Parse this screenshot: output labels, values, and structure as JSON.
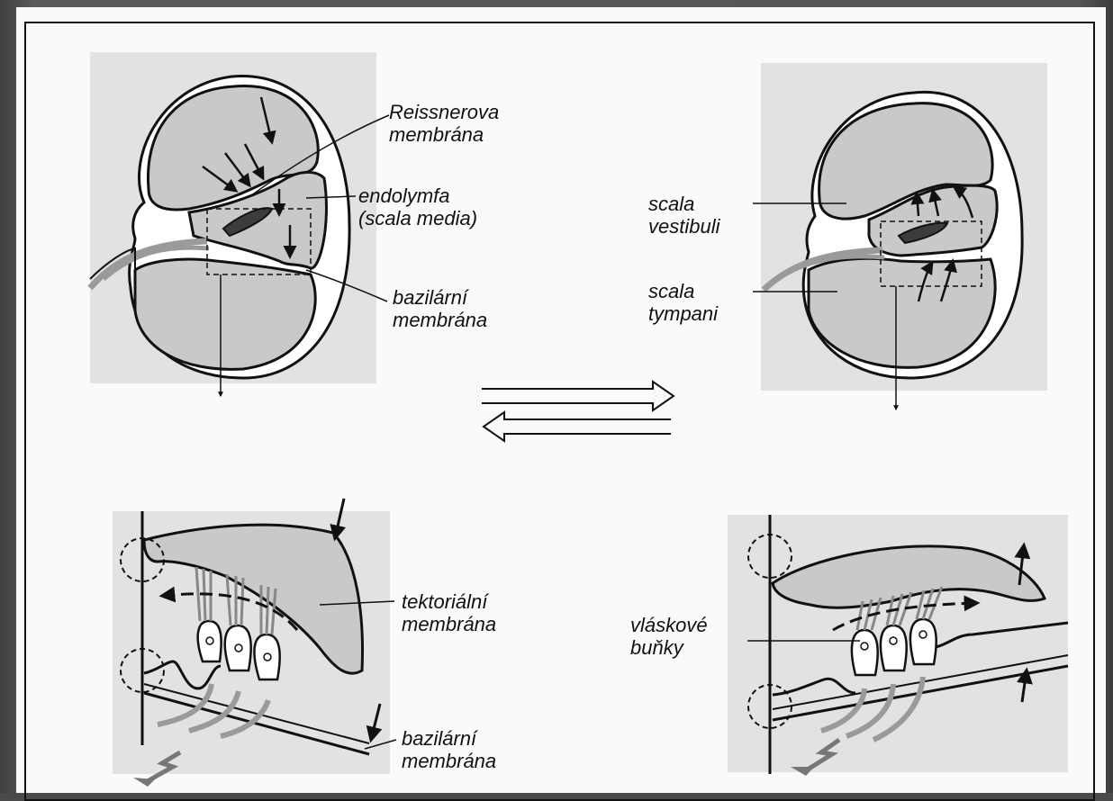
{
  "labels": {
    "reissner": [
      "Reissnerova",
      "membrána"
    ],
    "endolymfa": [
      "endolymfa",
      "(scala media)"
    ],
    "bazilarni_top": [
      "bazilární",
      "membrána"
    ],
    "scala_vestibuli": [
      "scala",
      "vestibuli"
    ],
    "scala_tympani": [
      "scala",
      "tympani"
    ],
    "tektorialni": [
      "tektoriální",
      "membrána"
    ],
    "vlaskove": [
      "vláskové",
      "buňky"
    ],
    "bazilarni_bottom": [
      "bazilární",
      "membrána"
    ]
  },
  "colors": {
    "ink": "#111111",
    "fill_gray": "#c9c9c9",
    "bg_gray": "#e2e2e2",
    "dark_fill": "#3c3c3c",
    "nerve_gray": "#9a9a9a"
  }
}
